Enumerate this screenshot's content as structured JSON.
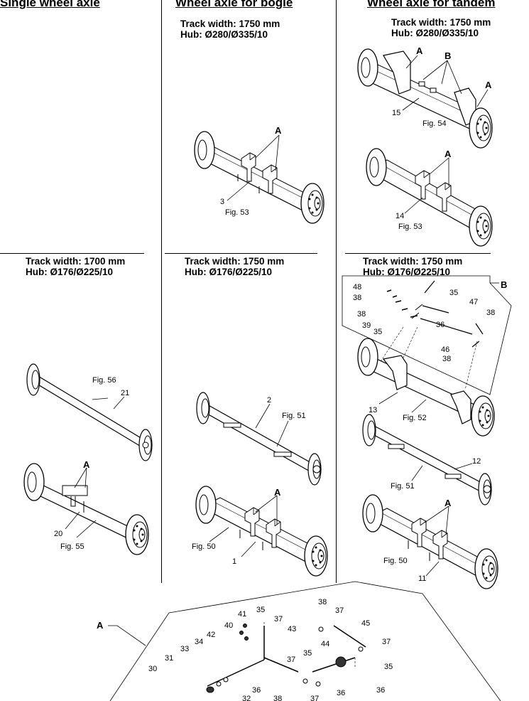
{
  "headers": {
    "single": "Single wheel axle",
    "bogie": "Wheel axle for bogie",
    "tandem": "Wheel axle for tandem"
  },
  "sections": {
    "bogie_top": {
      "track": "Track width: 1750 mm",
      "hub": "Hub: Ø280/Ø335/10"
    },
    "tandem_top": {
      "track": "Track width: 1750 mm",
      "hub": "Hub: Ø280/Ø335/10"
    },
    "single_mid": {
      "track": "Track width: 1700 mm",
      "hub": "Hub: Ø176/Ø225/10"
    },
    "bogie_mid": {
      "track": "Track width: 1750 mm",
      "hub": "Hub: Ø176/Ø225/10"
    },
    "tandem_mid": {
      "track": "Track width: 1750 mm",
      "hub": "Hub: Ø176/Ø225/10"
    }
  },
  "labels": {
    "A": "A",
    "B": "B",
    "fig50": "Fig. 50",
    "fig51": "Fig. 51",
    "fig52": "Fig. 52",
    "fig53": "Fig. 53",
    "fig54": "Fig. 54",
    "fig55": "Fig. 55",
    "fig56": "Fig. 56",
    "n1": "1",
    "n2": "2",
    "n3": "3",
    "n11": "11",
    "n12": "12",
    "n13": "13",
    "n14": "14",
    "n15": "15",
    "n20": "20",
    "n21": "21",
    "n30": "30",
    "n31": "31",
    "n32": "32",
    "n33": "33",
    "n34": "34",
    "n35": "35",
    "n36": "36",
    "n37": "37",
    "n38": "38",
    "n39": "39",
    "n40": "40",
    "n41": "41",
    "n42": "42",
    "n43": "43",
    "n44": "44",
    "n45": "45",
    "n46": "46",
    "n47": "47",
    "n48": "48"
  }
}
